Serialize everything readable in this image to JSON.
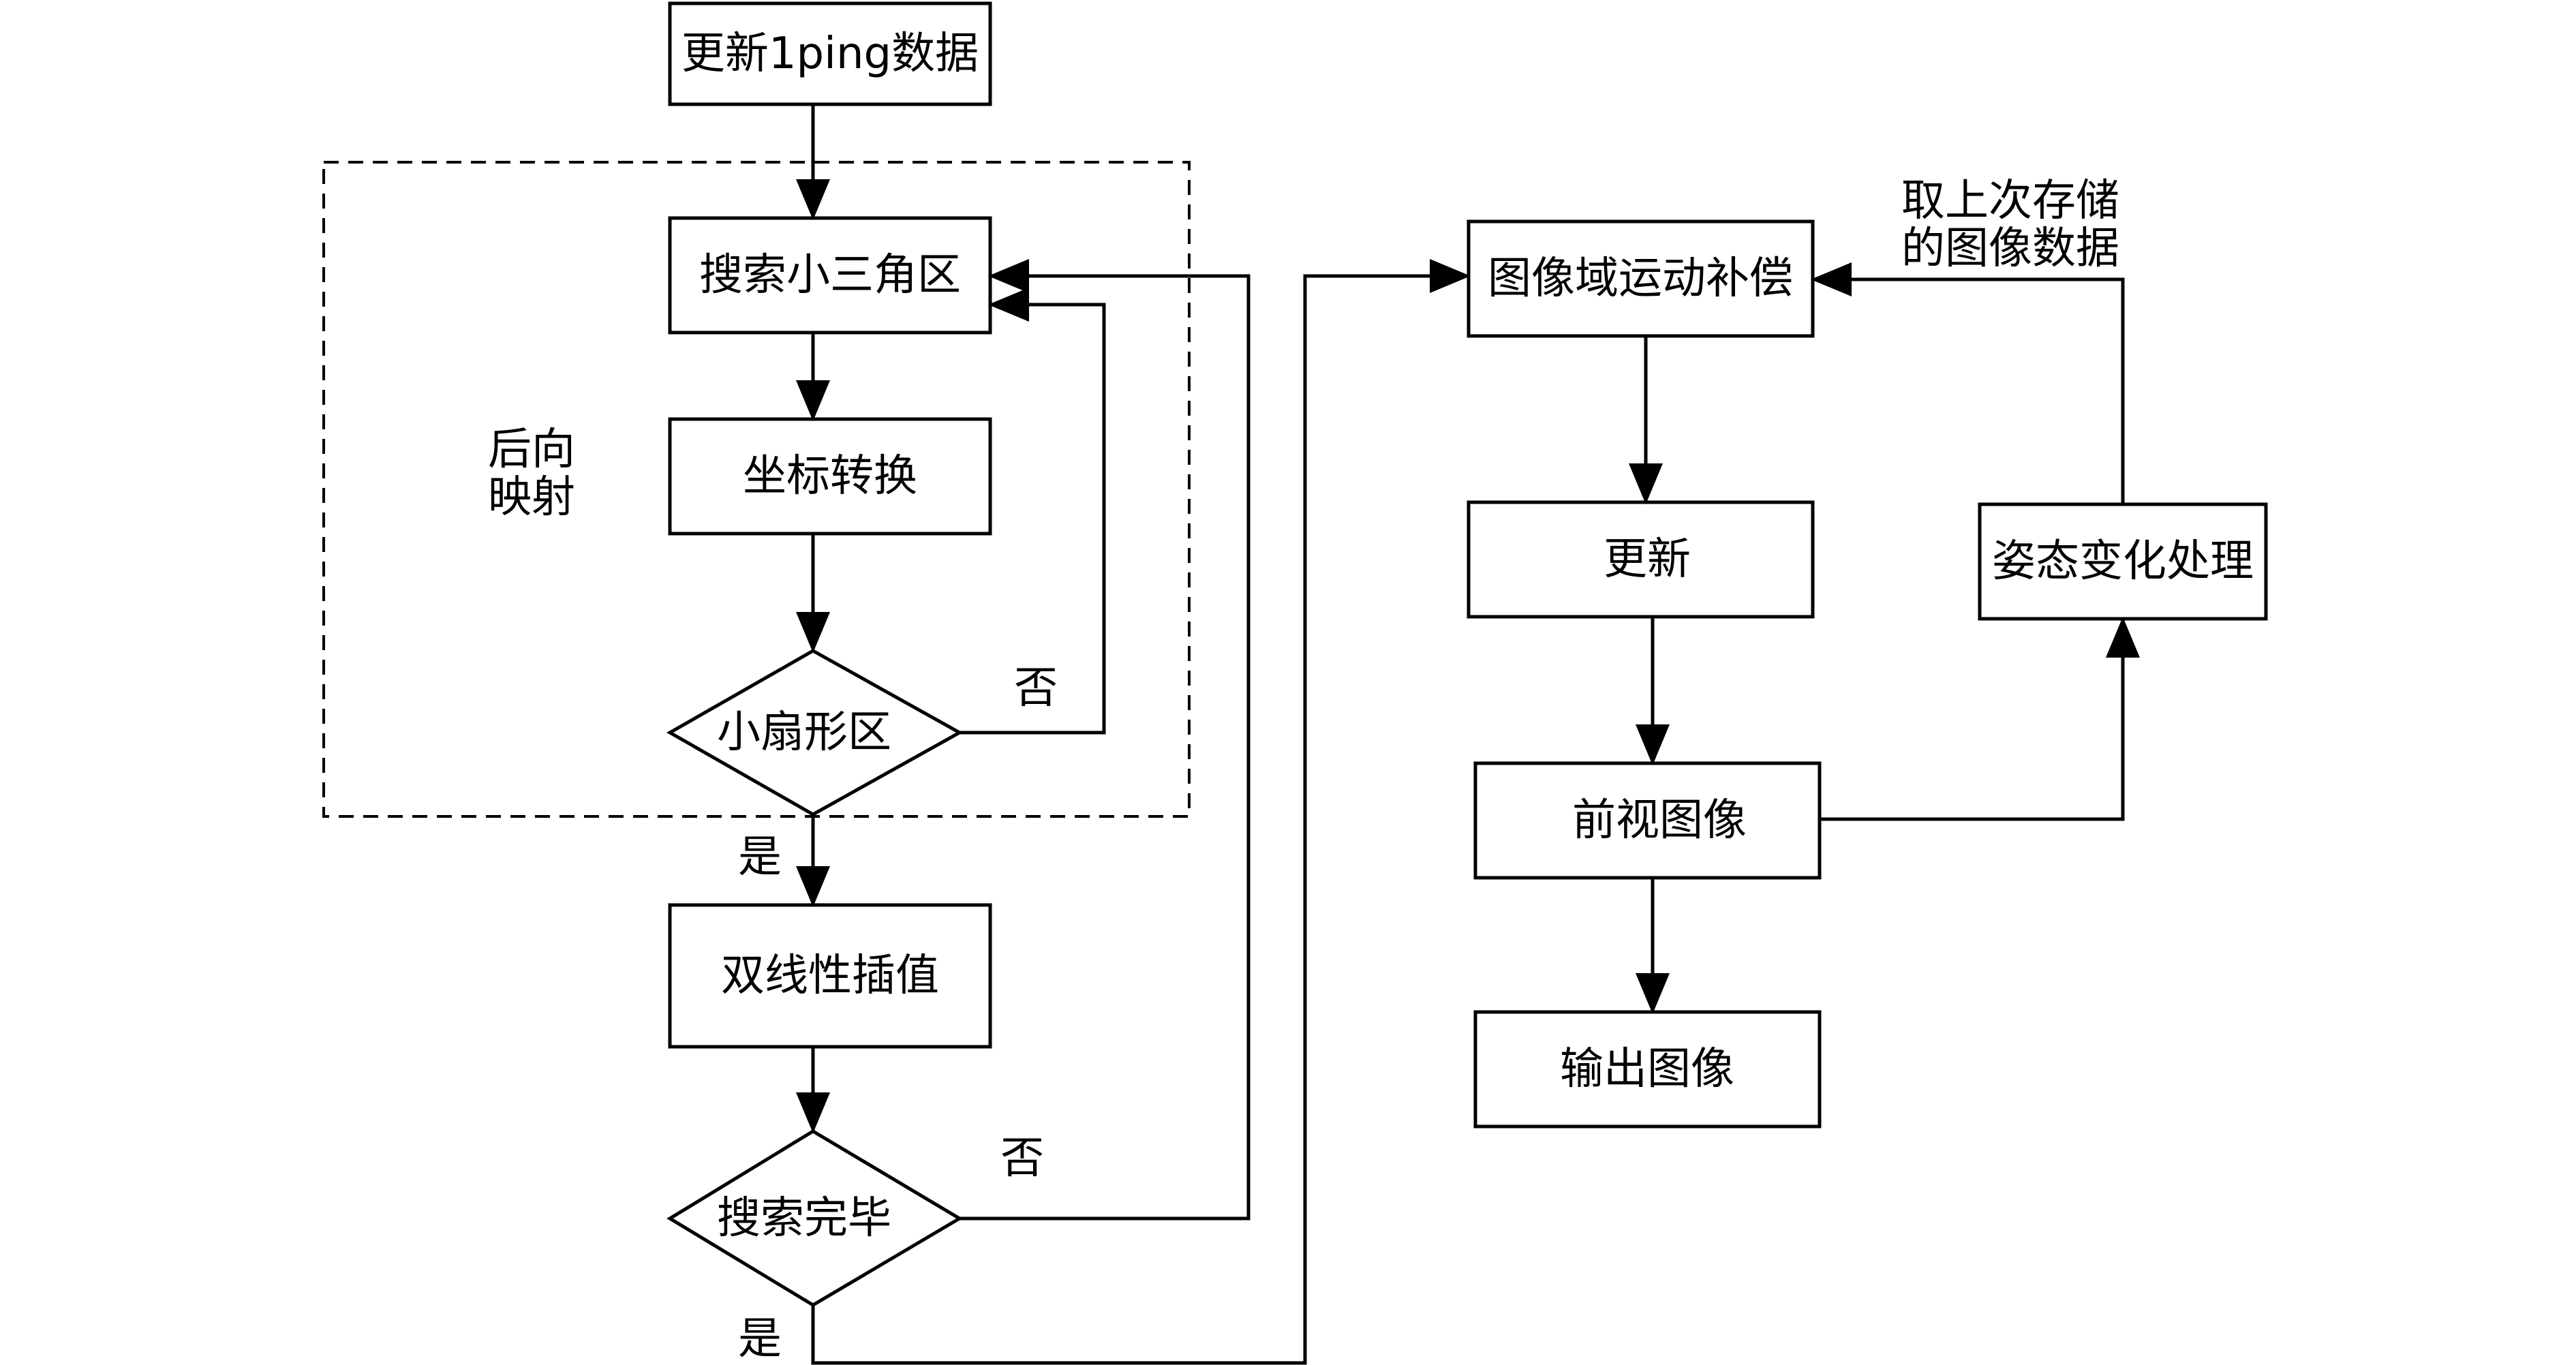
{
  "nodes": {
    "update_ping": "更新1ping数据",
    "search_triangle": "搜索小三角区",
    "coord_transform": "坐标转换",
    "small_sector": "小扇形区",
    "bilinear": "双线性插值",
    "search_done": "搜索完毕",
    "motion_comp": "图像域运动补偿",
    "update": "更新",
    "forward_image": "前视图像",
    "output_image": "输出图像",
    "attitude": "姿态变化处理"
  },
  "labels": {
    "backward_mapping_line1": "后向",
    "backward_mapping_line2": "映射",
    "no_sector": "否",
    "yes_sector": "是",
    "no_search": "否",
    "yes_search": "是",
    "stored_line1": "取上次存储",
    "stored_line2": "的图像数据"
  }
}
